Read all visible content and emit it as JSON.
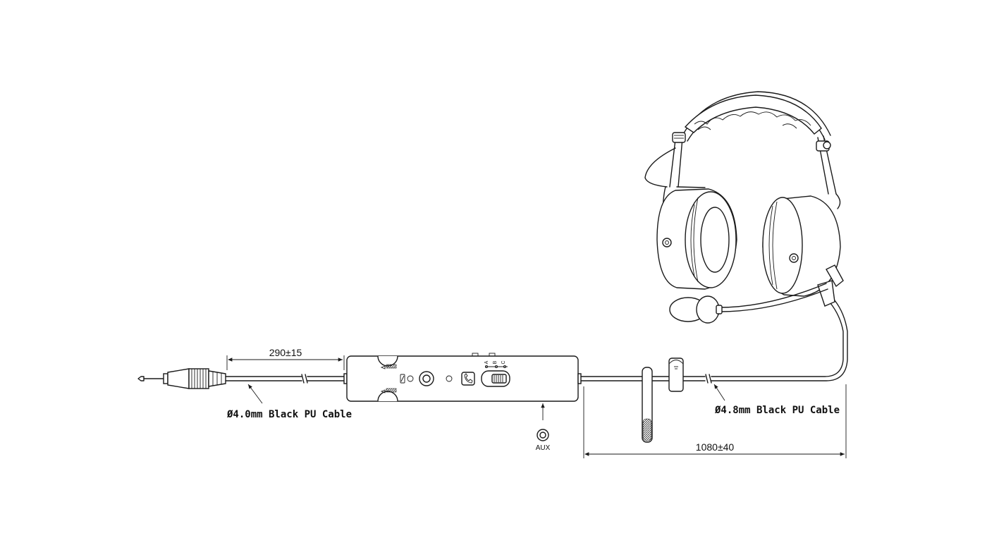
{
  "dimensions": {
    "left_length": "290±15",
    "right_length": "1080±40"
  },
  "labels": {
    "left_cable": "Ø4.0mm Black PU Cable",
    "right_cable": "Ø4.8mm Black PU Cable",
    "aux": "AUX",
    "switch_a": "A",
    "switch_b": "B",
    "switch_c": "C"
  },
  "icons": [
    "plug-icon",
    "control-box",
    "headset",
    "microphone",
    "clip",
    "aux-jack",
    "arrow-icon"
  ]
}
